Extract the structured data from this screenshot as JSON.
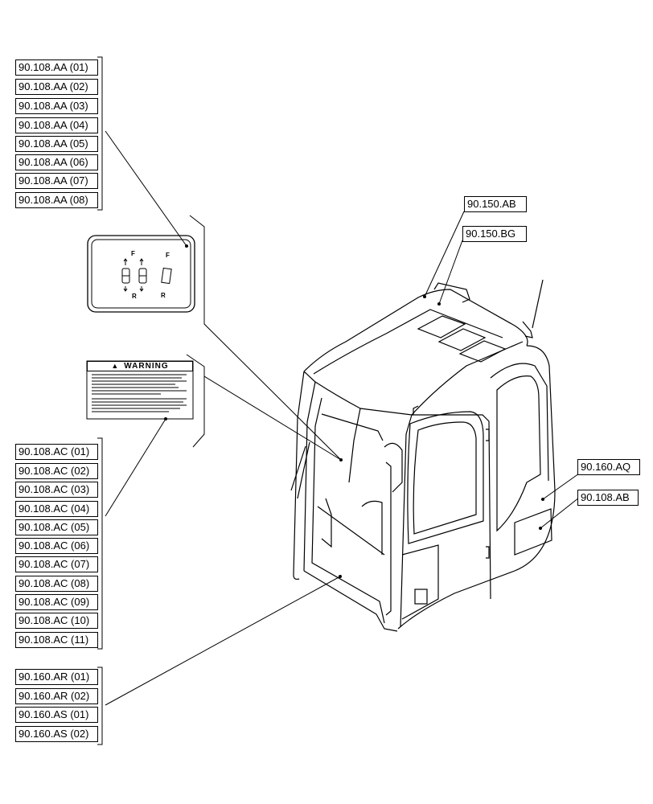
{
  "groups": {
    "aa": [
      "90.108.AA (01)",
      "90.108.AA (02)",
      "90.108.AA (03)",
      "90.108.AA (04)",
      "90.108.AA (05)",
      "90.108.AA (06)",
      "90.108.AA (07)",
      "90.108.AA (08)"
    ],
    "ac": [
      "90.108.AC (01)",
      "90.108.AC (02)",
      "90.108.AC (03)",
      "90.108.AC (04)",
      "90.108.AC (05)",
      "90.108.AC (06)",
      "90.108.AC (07)",
      "90.108.AC (08)",
      "90.108.AC (09)",
      "90.108.AC (10)",
      "90.108.AC (11)"
    ],
    "ar": [
      "90.160.AR (01)",
      "90.160.AR (02)",
      "90.160.AS (01)",
      "90.160.AS (02)"
    ]
  },
  "callouts": {
    "c150ab": "90.150.AB",
    "c150bg": "90.150.BG",
    "c160aq": "90.160.AQ",
    "c108ab": "90.108.AB"
  },
  "decal": {
    "label_f1": "F",
    "label_f2": "F",
    "label_r1": "R",
    "label_r2": "R"
  },
  "warning": {
    "title": "WARNING"
  }
}
